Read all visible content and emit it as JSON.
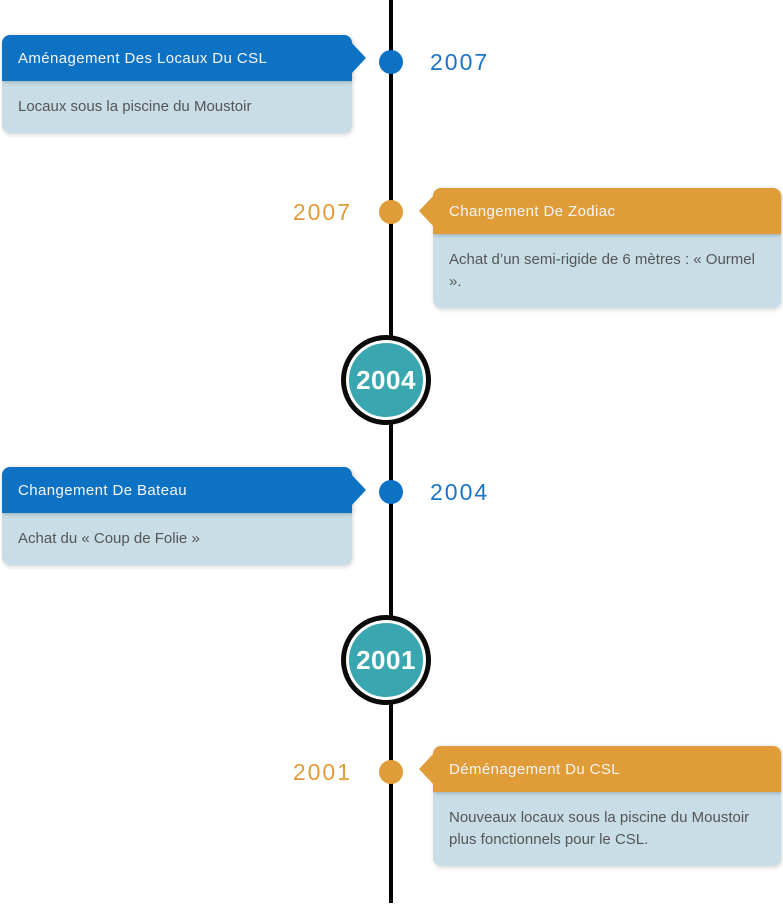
{
  "timeline": {
    "items": [
      {
        "kind": "event",
        "side": "left",
        "accent": "blue",
        "title": "Aménagement Des Locaux Du CSL",
        "description": "Locaux sous la piscine du Moustoir",
        "year": "2007"
      },
      {
        "kind": "event",
        "side": "right",
        "accent": "orange",
        "title": "Changement De Zodiac",
        "description": "Achat d’un semi-rigide de 6 mètres : « Ourmel ».",
        "year": "2007"
      },
      {
        "kind": "milestone",
        "year": "2004"
      },
      {
        "kind": "event",
        "side": "left",
        "accent": "blue",
        "title": "Changement De Bateau",
        "description": "Achat du « Coup de Folie »",
        "year": "2004"
      },
      {
        "kind": "milestone",
        "year": "2001"
      },
      {
        "kind": "event",
        "side": "right",
        "accent": "orange",
        "title": "Déménagement Du CSL",
        "description": "Nouveaux locaux sous la piscine du Moustoir plus fonctionnels pour le CSL.",
        "year": "2001"
      }
    ],
    "colors": {
      "blue": "#0e72c4",
      "orange": "#e09c38",
      "card_body_background": "#c8dde6",
      "milestone_teal": "#3aa7b0",
      "line": "#000000",
      "body_text": "#555555",
      "year_blue": "#1b74c5",
      "year_orange": "#e09c38"
    }
  }
}
